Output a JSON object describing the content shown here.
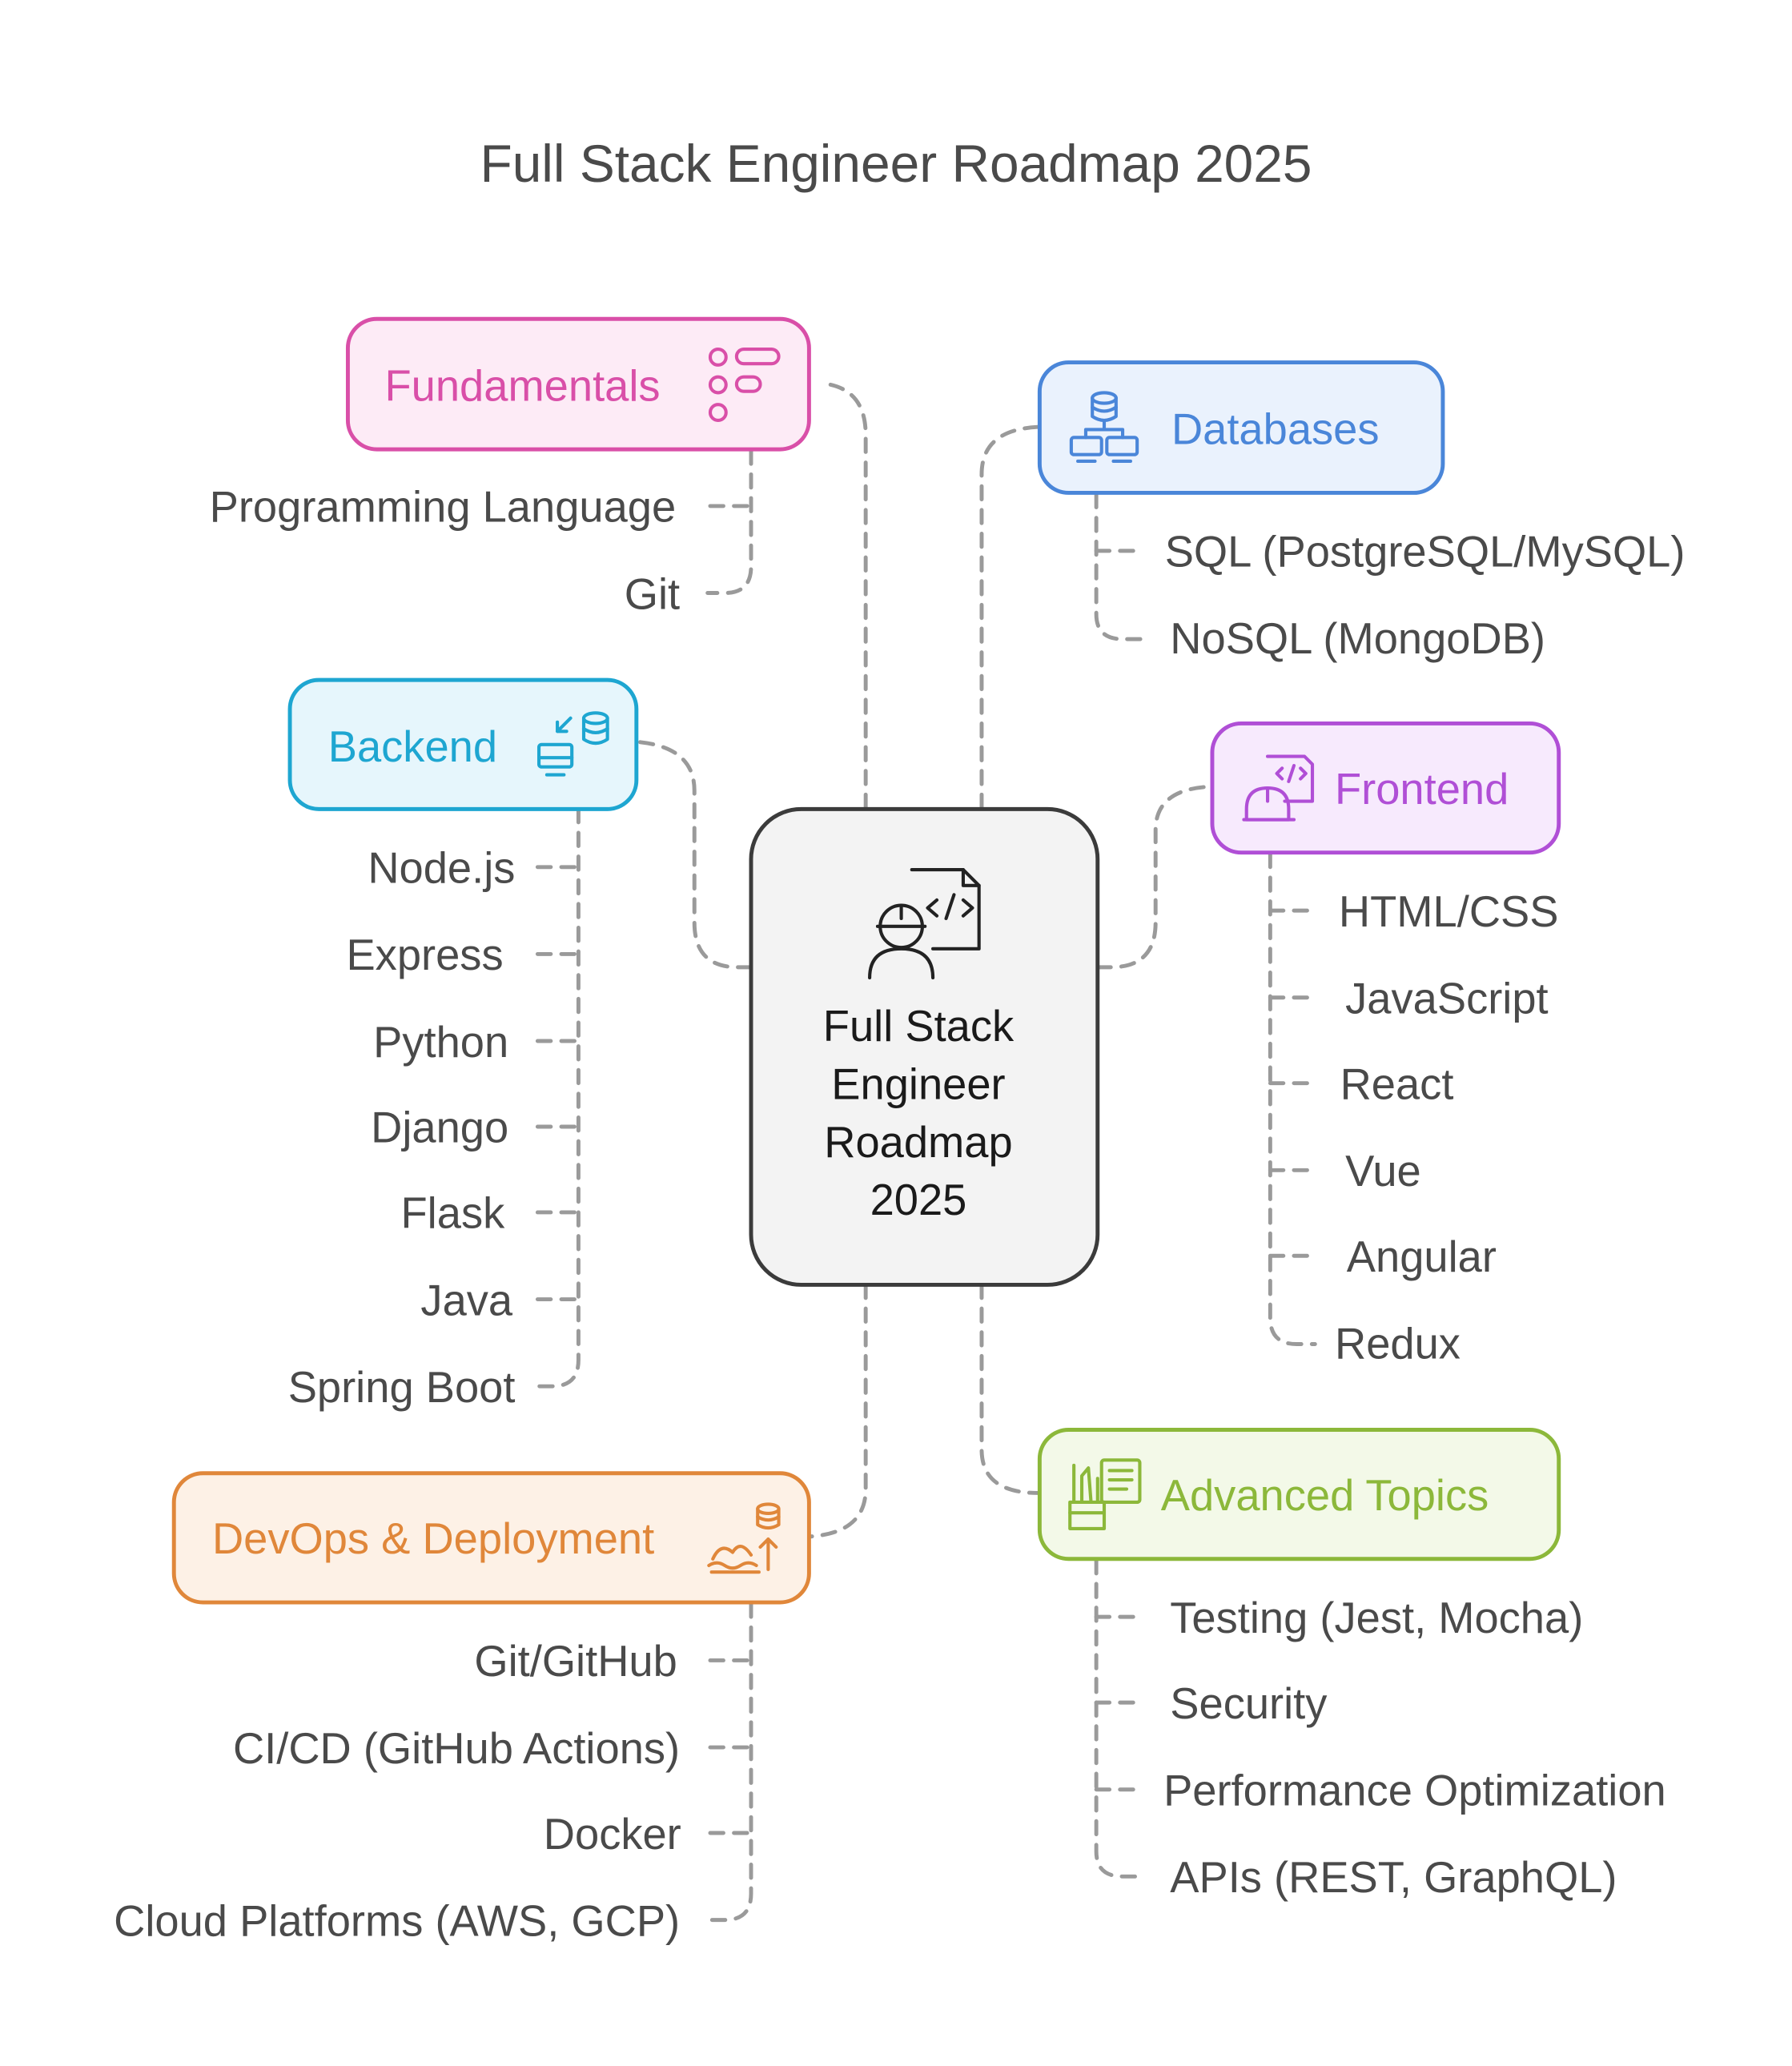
{
  "title": "Full Stack Engineer Roadmap 2025",
  "center": {
    "lines": [
      "Full Stack",
      "Engineer",
      "Roadmap",
      "2025"
    ]
  },
  "categories": {
    "fundamentals": {
      "label": "Fundamentals",
      "color": "#d94fa8",
      "fill": "#fdebf6",
      "icon": "list-icon",
      "items": [
        "Programming Language",
        "Git"
      ]
    },
    "databases": {
      "label": "Databases",
      "color": "#4a86d9",
      "fill": "#eaf2fd",
      "icon": "database-network-icon",
      "items": [
        "SQL (PostgreSQL/MySQL)",
        "NoSQL (MongoDB)"
      ]
    },
    "backend": {
      "label": "Backend",
      "color": "#1ea6d1",
      "fill": "#e6f6fc",
      "icon": "server-sync-icon",
      "items": [
        "Node.js",
        "Express",
        "Python",
        "Django",
        "Flask",
        "Java",
        "Spring Boot"
      ]
    },
    "frontend": {
      "label": "Frontend",
      "color": "#b04fd6",
      "fill": "#f7eafd",
      "icon": "code-engineer-icon",
      "items": [
        "HTML/CSS",
        "JavaScript",
        "React",
        "Vue",
        "Angular",
        "Redux"
      ]
    },
    "devops": {
      "label": "DevOps & Deployment",
      "color": "#e0873a",
      "fill": "#fdf1e6",
      "icon": "deploy-icon",
      "items": [
        "Git/GitHub",
        "CI/CD (GitHub Actions)",
        "Docker",
        "Cloud Platforms (AWS, GCP)"
      ]
    },
    "advanced": {
      "label": "Advanced Topics",
      "color": "#8cb83a",
      "fill": "#f3f9e8",
      "icon": "tools-document-icon",
      "items": [
        "Testing (Jest, Mocha)",
        "Security",
        "Performance Optimization",
        "APIs (REST, GraphQL)"
      ]
    }
  }
}
